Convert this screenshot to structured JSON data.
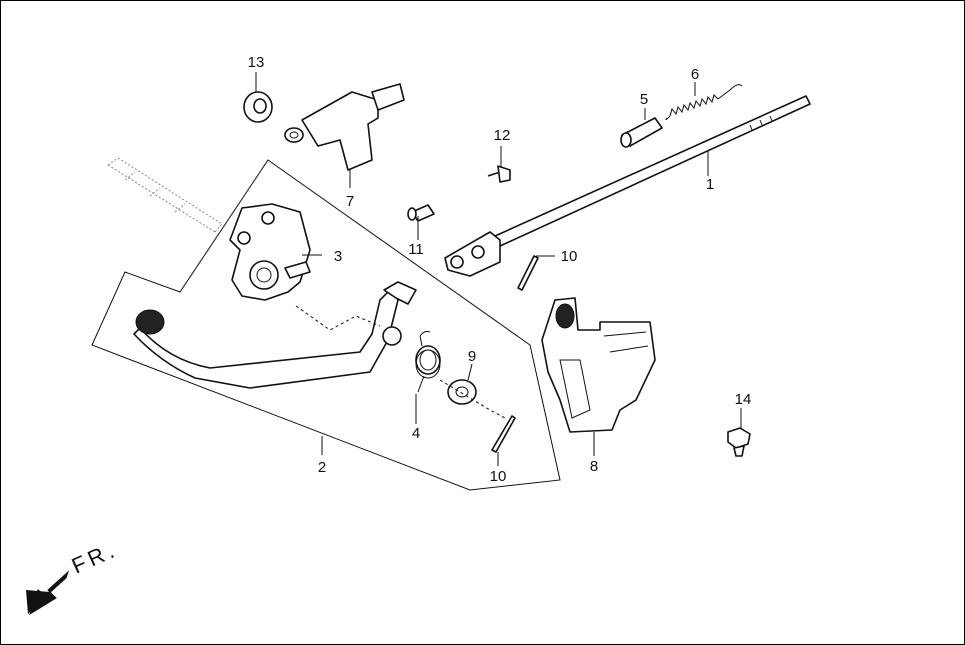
{
  "diagram": {
    "direction_label": "FR.",
    "callouts": [
      {
        "id": "callout-1",
        "text": "1"
      },
      {
        "id": "callout-2",
        "text": "2"
      },
      {
        "id": "callout-3",
        "text": "3"
      },
      {
        "id": "callout-4",
        "text": "4"
      },
      {
        "id": "callout-5",
        "text": "5"
      },
      {
        "id": "callout-6",
        "text": "6"
      },
      {
        "id": "callout-7",
        "text": "7"
      },
      {
        "id": "callout-8",
        "text": "8"
      },
      {
        "id": "callout-9",
        "text": "9"
      },
      {
        "id": "callout-10a",
        "text": "10"
      },
      {
        "id": "callout-10b",
        "text": "10"
      },
      {
        "id": "callout-11",
        "text": "11"
      },
      {
        "id": "callout-12",
        "text": "12"
      },
      {
        "id": "callout-13",
        "text": "13"
      },
      {
        "id": "callout-14",
        "text": "14"
      }
    ]
  }
}
